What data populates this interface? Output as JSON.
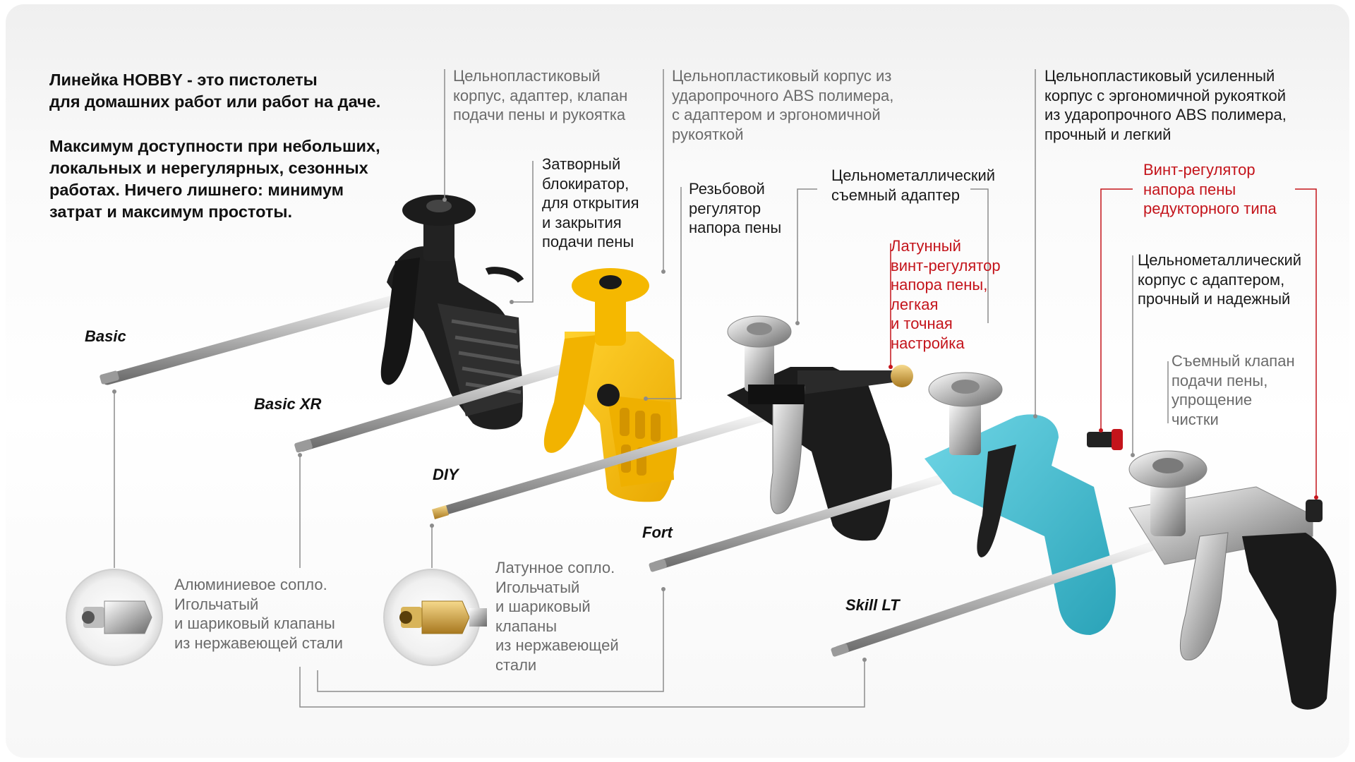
{
  "intro": {
    "line1": "Линейка HOBBY - это пистолеты",
    "line2": "для домашних работ или работ на даче.",
    "line3": "Максимум доступности при небольших,",
    "line4": "локальных  и нерегулярных, сезонных",
    "line5": "работах. Ничего лишнего: минимум",
    "line6": "затрат и максимум простоты."
  },
  "models": {
    "basic": "Basic",
    "basic_xr": "Basic XR",
    "diy": "DIY",
    "fort": "Fort",
    "skill_lt": "Skill LT"
  },
  "callouts": {
    "plastic_body": [
      "Цельнопластиковый",
      "корпус, адаптер, клапан",
      "подачи пены и рукоятка"
    ],
    "shutter_lock": [
      "Затворный",
      "блокиратор,",
      "для открытия",
      "и закрытия",
      "подачи пены"
    ],
    "abs_body": [
      "Цельнопластиковый корпус из",
      "ударопрочного ABS полимера,",
      "с адаптером и эргономичной",
      "рукояткой"
    ],
    "thread_regulator": [
      "Резьбовой",
      "регулятор",
      "напора пены"
    ],
    "metal_adapter": [
      "Цельнометаллический",
      "съемный адаптер"
    ],
    "brass_screw": [
      "Латунный",
      "винт-регулятор",
      "напора пены,",
      "легкая",
      "и точная",
      "настройка"
    ],
    "reinforced_body": [
      "Цельнопластиковый усиленный",
      "корпус с эргономичной рукояткой",
      "из ударопрочного ABS полимера,",
      "прочный и легкий"
    ],
    "reducer_screw": [
      "Винт-регулятор",
      "напора пены",
      "редукторного типа"
    ],
    "metal_body": [
      "Цельнометаллический",
      "корпус с адаптером,",
      "прочный и надежный"
    ],
    "removable_valve": [
      "Съемный клапан",
      "подачи пены,",
      "упрощение",
      "чистки"
    ],
    "aluminum_nozzle": [
      "Алюминиевое сопло.",
      "Игольчатый",
      "и шариковый клапаны",
      "из нержавеющей стали"
    ],
    "brass_nozzle": [
      "Латунное сопло.",
      "Игольчатый",
      "и шариковый",
      "клапаны",
      "из нержавеющей",
      "стали"
    ]
  },
  "colors": {
    "basic": "#2b2b2b",
    "basic_xr": "#f5b800",
    "fort": "#3bb8cc",
    "accent_red": "#c4141b",
    "leader": "#8c8c8c"
  }
}
